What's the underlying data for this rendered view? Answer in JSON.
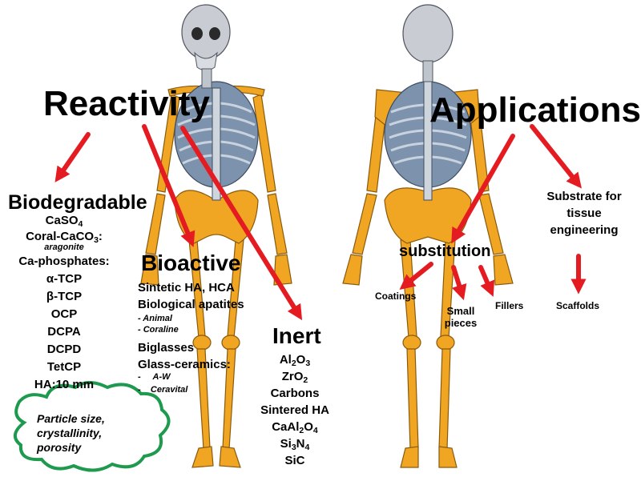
{
  "colors": {
    "bone": "#f0a622",
    "bone_outline": "#8a5a0c",
    "ribcage": "#7d93ad",
    "skull": "#c9ccd2",
    "arrow": "#e41c22",
    "cloud_border": "#1e9a4e"
  },
  "reactivity": {
    "title": "Reactivity",
    "biodegradable": {
      "title": "Biodegradable",
      "caso4_main": "CaSO",
      "caso4_sub": "4",
      "coral_main": "Coral-CaCO",
      "coral_sub": "3",
      "coral_tail": ":",
      "aragonite": "aragonite",
      "ca_phosphates": "Ca-phosphates:",
      "items": [
        "α-TCP",
        "β-TCP",
        "OCP",
        "DCPA",
        "DCPD",
        "TetCP",
        "HA:10 mm"
      ]
    },
    "bioactive": {
      "title": "Bioactive",
      "synthetic": "Sintetic HA, HCA",
      "bio_apatites": "Biological  apatites",
      "animal": "- Animal",
      "coraline": "- Coraline",
      "bioglasses": "Biglasses",
      "glass_ceramics": "Glass-ceramics:",
      "aw": "-     A-W",
      "ceravital": "-    Ceravital"
    },
    "inert": {
      "title": "Inert",
      "al2o3": [
        "Al",
        "2",
        "O",
        "3"
      ],
      "zro2": [
        "ZrO",
        "2"
      ],
      "carbons": "Carbons",
      "sintered_ha": "Sintered HA",
      "caal2o4": [
        "CaAl",
        "2",
        "O",
        "4"
      ],
      "si3n4": [
        "Si",
        "3",
        "N",
        "4"
      ],
      "sic": "SiC"
    },
    "cloud_lines": [
      "Particle size,",
      "crystallinity,",
      "porosity"
    ]
  },
  "applications": {
    "title": "Applications",
    "substitution": "substitution",
    "substrate_lines": [
      "Substrate for",
      "tissue",
      "engineering"
    ],
    "coatings": "Coatings",
    "small_pieces": [
      "Small",
      "pieces"
    ],
    "fillers": "Fillers",
    "scaffolds": "Scaffolds"
  }
}
